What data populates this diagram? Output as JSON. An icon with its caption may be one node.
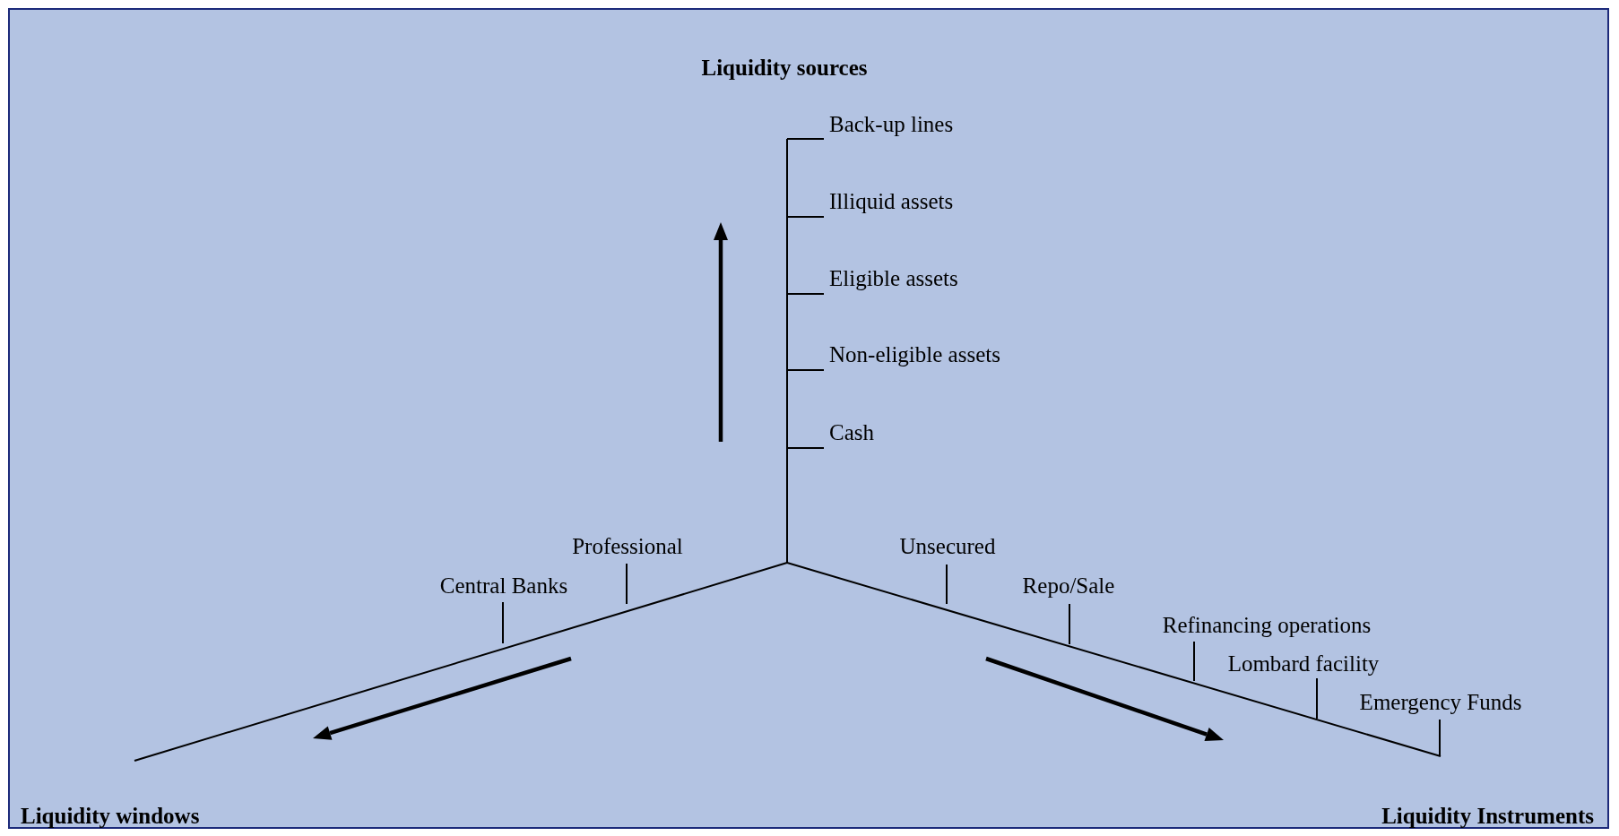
{
  "diagram": {
    "labels": [
      "Liquidity sources",
      "Back-up lines",
      "Illiquid assets",
      "Eligible assets",
      "Non-eligible assets",
      "Cash",
      "Professional",
      "Unsecured",
      "Central Banks",
      "Repo/Sale",
      "Refinancing operations",
      "Lombard facility",
      "Emergency Funds",
      "Liquidity windows",
      "Liquidity Instruments"
    ]
  }
}
